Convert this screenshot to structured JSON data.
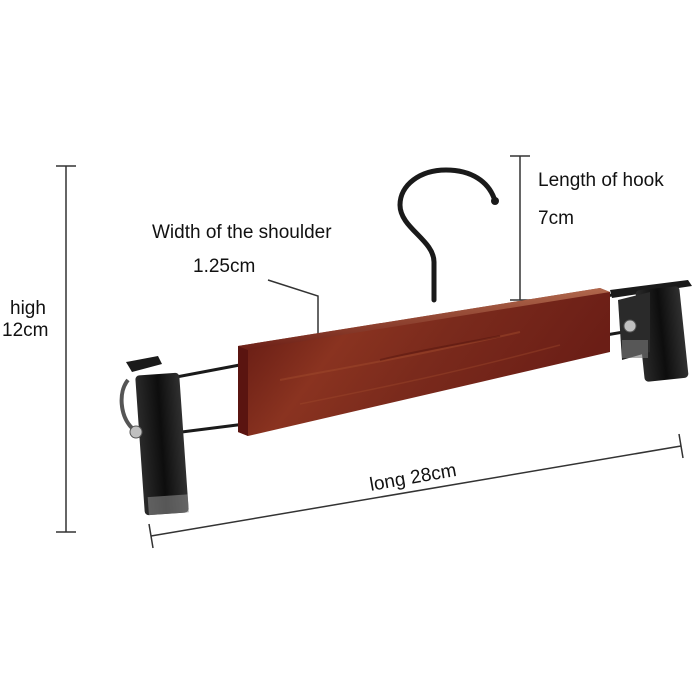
{
  "annotations": {
    "height": {
      "label": "high",
      "value": "12cm"
    },
    "shoulder_width": {
      "label": "Width of the shoulder",
      "value": "1.25cm"
    },
    "hook_length": {
      "label": "Length of hook",
      "value": "7cm"
    },
    "length": {
      "text": "long  28cm"
    }
  },
  "colors": {
    "background": "#ffffff",
    "wood": "#7a2418",
    "wood_light": "#9a3a24",
    "metal": "#1a1a1a",
    "dimension_line": "#333333",
    "text": "#111111"
  },
  "objects": {
    "main": "wooden-pants-hanger-with-clips"
  }
}
